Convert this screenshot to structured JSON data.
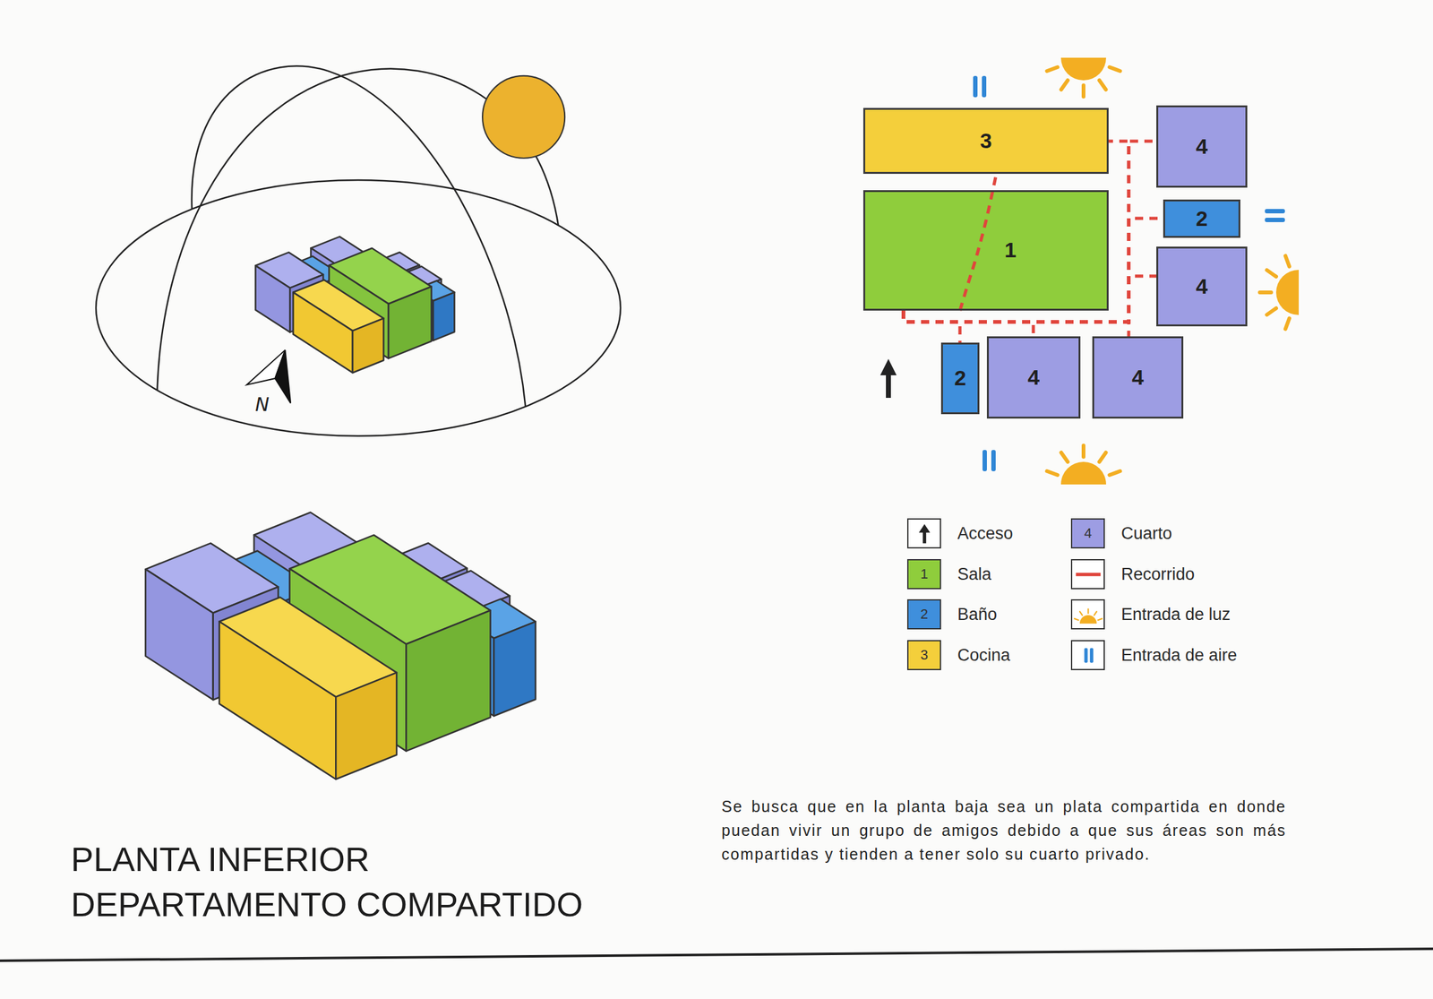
{
  "diagram": {
    "title": "PLANTA INFERIOR DEPARTAMENTO COMPARTIDO",
    "caption": "Se busca que en la planta baja sea un plata compartida en donde puedan vivir un grupo de amigos debido a que sus áreas son más compartidas y tienden a tener solo su cuarto privado.",
    "nodes": [
      {
        "text": [
          "3"
        ]
      },
      {
        "text": [
          "4"
        ]
      },
      {
        "text": [
          "1"
        ]
      },
      {
        "text": [
          "2"
        ]
      },
      {
        "text": [
          "4"
        ]
      },
      {
        "text": [
          "2"
        ]
      },
      {
        "text": [
          "4"
        ]
      },
      {
        "text": [
          "4"
        ]
      }
    ],
    "edges": [
      {
        "from": 2,
        "to": 0,
        "arrow": "none"
      },
      {
        "from": 2,
        "to": 5,
        "arrow": "none"
      },
      {
        "from": 2,
        "to": 6,
        "arrow": "none"
      },
      {
        "from": 2,
        "to": 7,
        "arrow": "none"
      },
      {
        "from": 2,
        "to": 4,
        "arrow": "none"
      },
      {
        "from": 2,
        "to": 3,
        "arrow": "none"
      },
      {
        "from": 2,
        "to": 1,
        "arrow": "none"
      },
      {
        "from": 2,
        "to": 0,
        "arrow": "none"
      }
    ],
    "labels": [
      "N",
      "1",
      "2",
      "3",
      "4"
    ],
    "legend": [
      {
        "text": "Acceso"
      },
      {
        "text": "Sala",
        "color": "#8fcd3c"
      },
      {
        "text": "Baño",
        "color": "#3f8fdc"
      },
      {
        "text": "Cocina",
        "color": "#f4cf3b"
      },
      {
        "text": "Cuarto",
        "color": "#9d9de3"
      },
      {
        "text": "Recorrido"
      },
      {
        "text": "Entrada de luz"
      },
      {
        "text": "Entrada de aire"
      }
    ]
  }
}
